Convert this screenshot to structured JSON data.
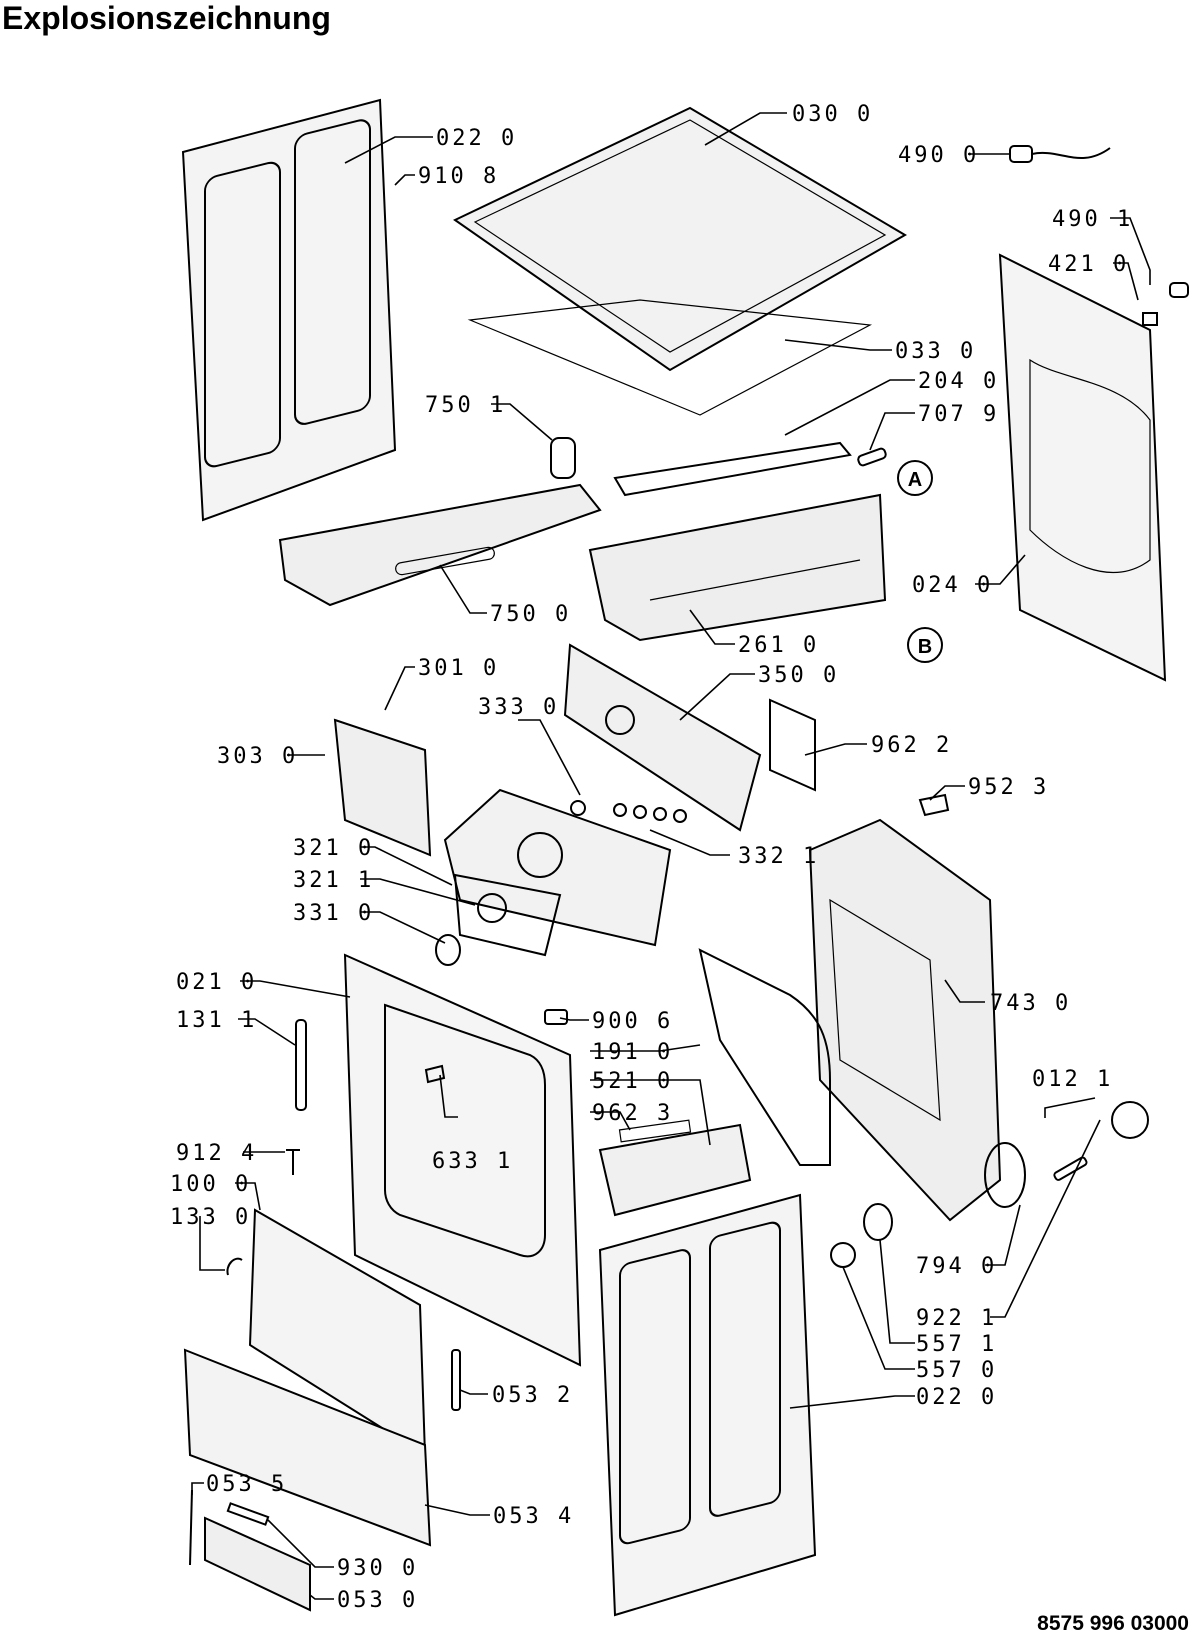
{
  "title": "Explosionszeichnung",
  "document_number": "8575 996 03000",
  "callouts": [
    {
      "id": "022-top",
      "text": "022 0"
    },
    {
      "id": "910",
      "text": "910 8"
    },
    {
      "id": "030",
      "text": "030 0"
    },
    {
      "id": "490-0",
      "text": "490 0"
    },
    {
      "id": "490-1",
      "text": "490 1"
    },
    {
      "id": "421",
      "text": "421 0"
    },
    {
      "id": "033",
      "text": "033 0"
    },
    {
      "id": "204",
      "text": "204 0"
    },
    {
      "id": "750-1",
      "text": "750 1"
    },
    {
      "id": "707",
      "text": "707 9"
    },
    {
      "id": "750-0",
      "text": "750 0"
    },
    {
      "id": "024",
      "text": "024 0"
    },
    {
      "id": "261",
      "text": "261 0"
    },
    {
      "id": "301",
      "text": "301 0"
    },
    {
      "id": "350",
      "text": "350 0"
    },
    {
      "id": "333",
      "text": "333 0"
    },
    {
      "id": "303",
      "text": "303 0"
    },
    {
      "id": "962-2",
      "text": "962 2"
    },
    {
      "id": "952",
      "text": "952 3"
    },
    {
      "id": "321-0",
      "text": "321 0"
    },
    {
      "id": "332",
      "text": "332 1"
    },
    {
      "id": "321-1",
      "text": "321 1"
    },
    {
      "id": "331",
      "text": "331 0"
    },
    {
      "id": "021",
      "text": "021 0"
    },
    {
      "id": "743",
      "text": "743 0"
    },
    {
      "id": "131",
      "text": "131 1"
    },
    {
      "id": "900",
      "text": "900 6"
    },
    {
      "id": "191",
      "text": "191 0"
    },
    {
      "id": "521",
      "text": "521 0"
    },
    {
      "id": "012",
      "text": "012 1"
    },
    {
      "id": "962-3",
      "text": "962 3"
    },
    {
      "id": "912",
      "text": "912 4"
    },
    {
      "id": "633",
      "text": "633 1"
    },
    {
      "id": "100",
      "text": "100 0"
    },
    {
      "id": "133",
      "text": "133 0"
    },
    {
      "id": "794",
      "text": "794 0"
    },
    {
      "id": "922",
      "text": "922 1"
    },
    {
      "id": "557-1",
      "text": "557 1"
    },
    {
      "id": "557-0",
      "text": "557 0"
    },
    {
      "id": "053-2",
      "text": "053 2"
    },
    {
      "id": "022-bottom",
      "text": "022 0"
    },
    {
      "id": "053-5",
      "text": "053 5"
    },
    {
      "id": "053-4",
      "text": "053 4"
    },
    {
      "id": "930",
      "text": "930 0"
    },
    {
      "id": "053-0",
      "text": "053 0"
    }
  ],
  "markers": [
    {
      "id": "A",
      "text": "A"
    },
    {
      "id": "B",
      "text": "B"
    }
  ]
}
